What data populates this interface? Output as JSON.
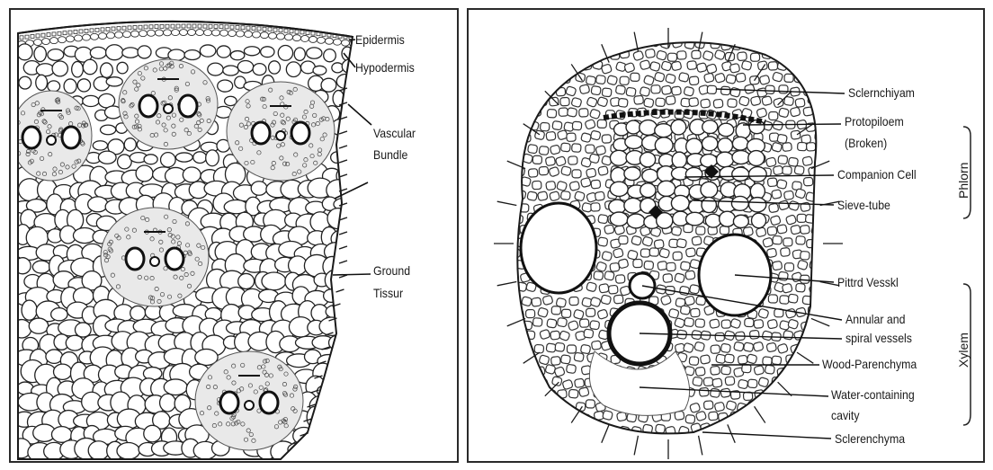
{
  "left_diagram": {
    "labels": {
      "epidermis": "Epidermis",
      "hypodermis": "Hypodermis",
      "vascular_line1": "Vascular",
      "vascular_line2": "Bundle",
      "ground_line1": "Ground",
      "ground_line2": "Tissur"
    }
  },
  "right_diagram": {
    "labels": {
      "sclerenchyma_top": "Sclernchiyam",
      "protophloem_line1": "Protopiloem",
      "protophloem_line2": "(Broken)",
      "companion_cell": "Companion Cell",
      "sieve_tube": "Sieve-tube",
      "pitted_vessel": "Pittrd Vesskl",
      "annular_line1": "Annular and",
      "annular_line2": "spiral vessels",
      "wood_parenchyma": "Wood-Parenchyma",
      "water_line1": "Water-containing",
      "water_line2": "cavity",
      "sclerenchyma_bottom": "Sclerenchyma"
    },
    "groups": {
      "phloem": "Phlorn",
      "xylem": "Xylem"
    }
  }
}
